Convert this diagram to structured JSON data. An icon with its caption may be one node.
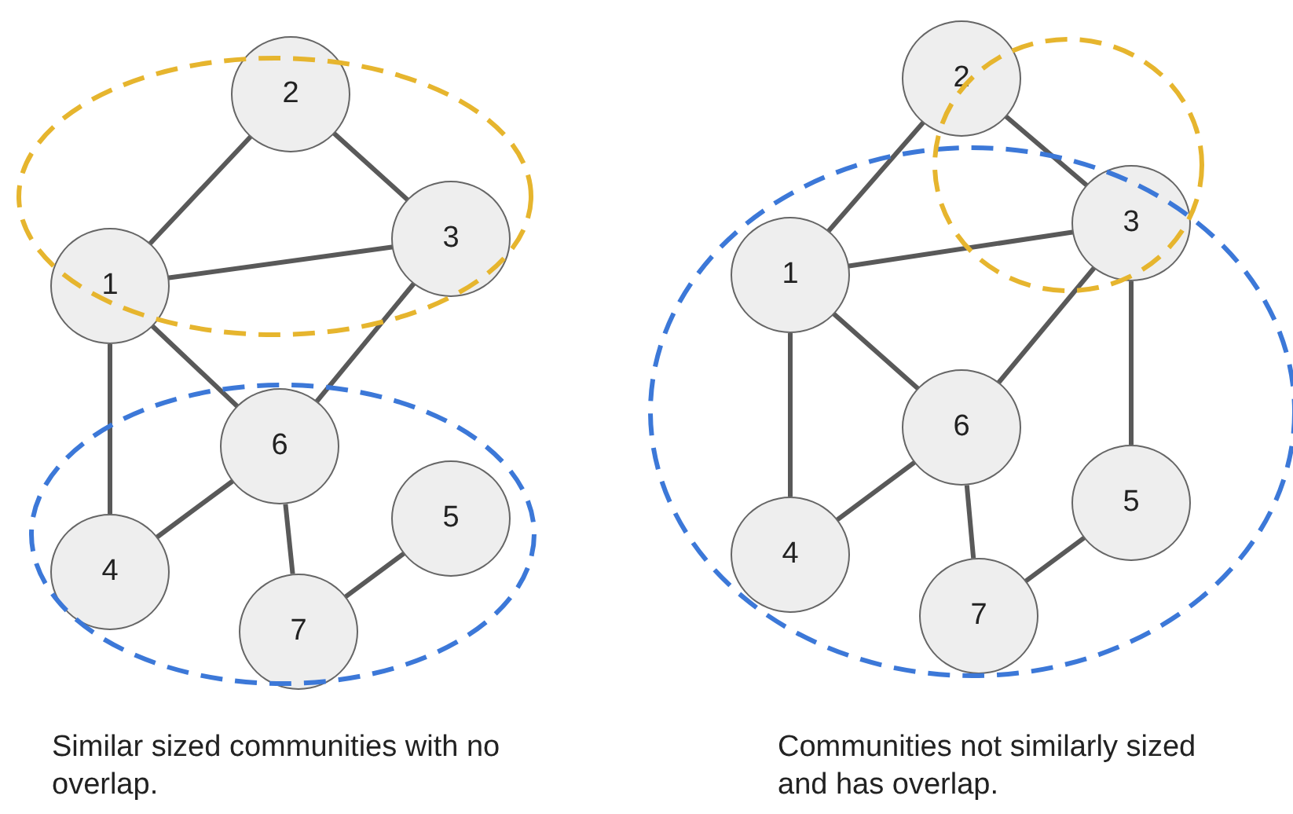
{
  "diagram": {
    "nodes": [
      {
        "text": [
          "1"
        ]
      },
      {
        "text": [
          "2"
        ]
      },
      {
        "text": [
          "3"
        ]
      },
      {
        "text": [
          "4"
        ]
      },
      {
        "text": [
          "5"
        ]
      },
      {
        "text": [
          "6"
        ]
      },
      {
        "text": [
          "7"
        ]
      },
      {
        "text": [
          "1"
        ]
      },
      {
        "text": [
          "2"
        ]
      },
      {
        "text": [
          "3"
        ]
      },
      {
        "text": [
          "4"
        ]
      },
      {
        "text": [
          "5"
        ]
      },
      {
        "text": [
          "6"
        ]
      },
      {
        "text": [
          "7"
        ]
      }
    ],
    "edges": [
      {
        "from": 0,
        "to": 1,
        "arrow": "none"
      },
      {
        "from": 0,
        "to": 2,
        "arrow": "none"
      },
      {
        "from": 1,
        "to": 2,
        "arrow": "none"
      },
      {
        "from": 0,
        "to": 3,
        "arrow": "none"
      },
      {
        "from": 0,
        "to": 5,
        "arrow": "none"
      },
      {
        "from": 2,
        "to": 5,
        "arrow": "none"
      },
      {
        "from": 5,
        "to": 3,
        "arrow": "none"
      },
      {
        "from": 5,
        "to": 6,
        "arrow": "none"
      },
      {
        "from": 6,
        "to": 4,
        "arrow": "none"
      },
      {
        "from": 7,
        "to": 8,
        "arrow": "none"
      },
      {
        "from": 8,
        "to": 9,
        "arrow": "none"
      },
      {
        "from": 7,
        "to": 9,
        "arrow": "none"
      },
      {
        "from": 7,
        "to": 10,
        "arrow": "none"
      },
      {
        "from": 7,
        "to": 12,
        "arrow": "none"
      },
      {
        "from": 9,
        "to": 12,
        "arrow": "none"
      },
      {
        "from": 9,
        "to": 11,
        "arrow": "none"
      },
      {
        "from": 12,
        "to": 10,
        "arrow": "none"
      },
      {
        "from": 12,
        "to": 13,
        "arrow": "none"
      },
      {
        "from": 13,
        "to": 11,
        "arrow": "none"
      }
    ],
    "labels": [
      "Similar sized communities with no overlap.",
      "Communities not similarly sized and has overlap."
    ]
  }
}
